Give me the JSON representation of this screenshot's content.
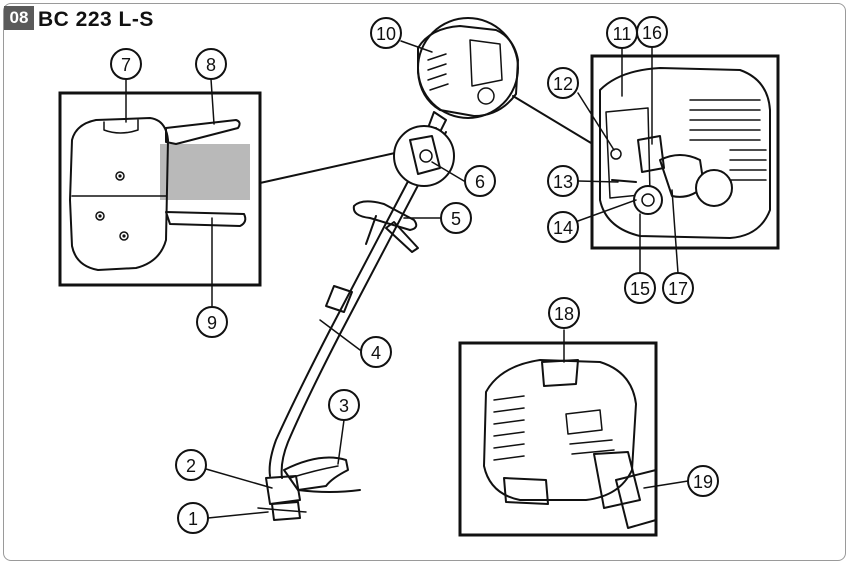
{
  "header": {
    "page_number": "08",
    "model": "BC 223 L-S"
  },
  "callouts": [
    "1",
    "2",
    "3",
    "4",
    "5",
    "6",
    "7",
    "8",
    "9",
    "10",
    "11",
    "12",
    "13",
    "14",
    "15",
    "16",
    "17",
    "18",
    "19"
  ],
  "colors": {
    "ink": "#111111",
    "panel_border": "#111111",
    "grey_shaft": "#b7b7b7",
    "light_grey": "#d9d9d9"
  }
}
